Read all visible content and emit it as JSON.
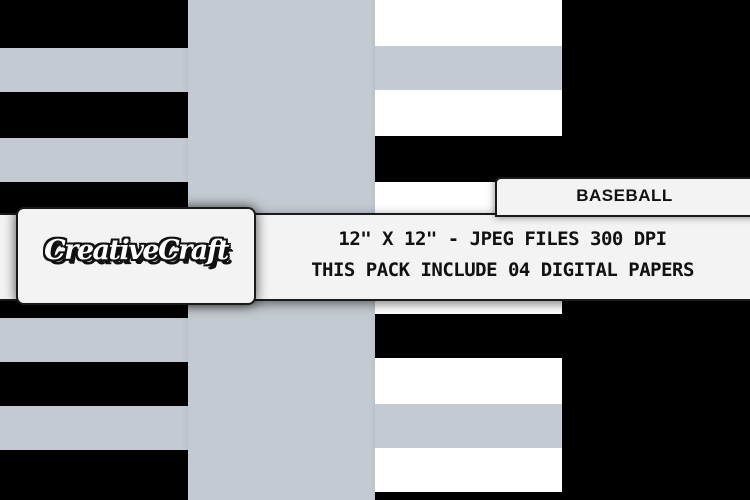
{
  "colors": {
    "black": "#000000",
    "gray": "#c4cad1",
    "white": "#ffffff",
    "banner_bg": "#f3f3f3",
    "text": "#111111"
  },
  "papers": [
    {
      "name": "paper-1",
      "pattern": "horizontal stripes",
      "stripe_colors": [
        "black",
        "gray"
      ]
    },
    {
      "name": "paper-2",
      "pattern": "solid",
      "stripe_colors": [
        "gray"
      ]
    },
    {
      "name": "paper-3",
      "pattern": "horizontal stripes",
      "stripe_colors": [
        "white",
        "gray",
        "white",
        "black"
      ]
    },
    {
      "name": "paper-4",
      "pattern": "solid",
      "stripe_colors": [
        "black"
      ]
    }
  ],
  "logo": {
    "text": "CreativeCraft"
  },
  "tab": {
    "label": "BASEBALL"
  },
  "banner": {
    "line1": "12\" X 12\" - JPEG FILES 300 DPI",
    "line2": "THIS PACK INCLUDE 04 DIGITAL PAPERS"
  }
}
